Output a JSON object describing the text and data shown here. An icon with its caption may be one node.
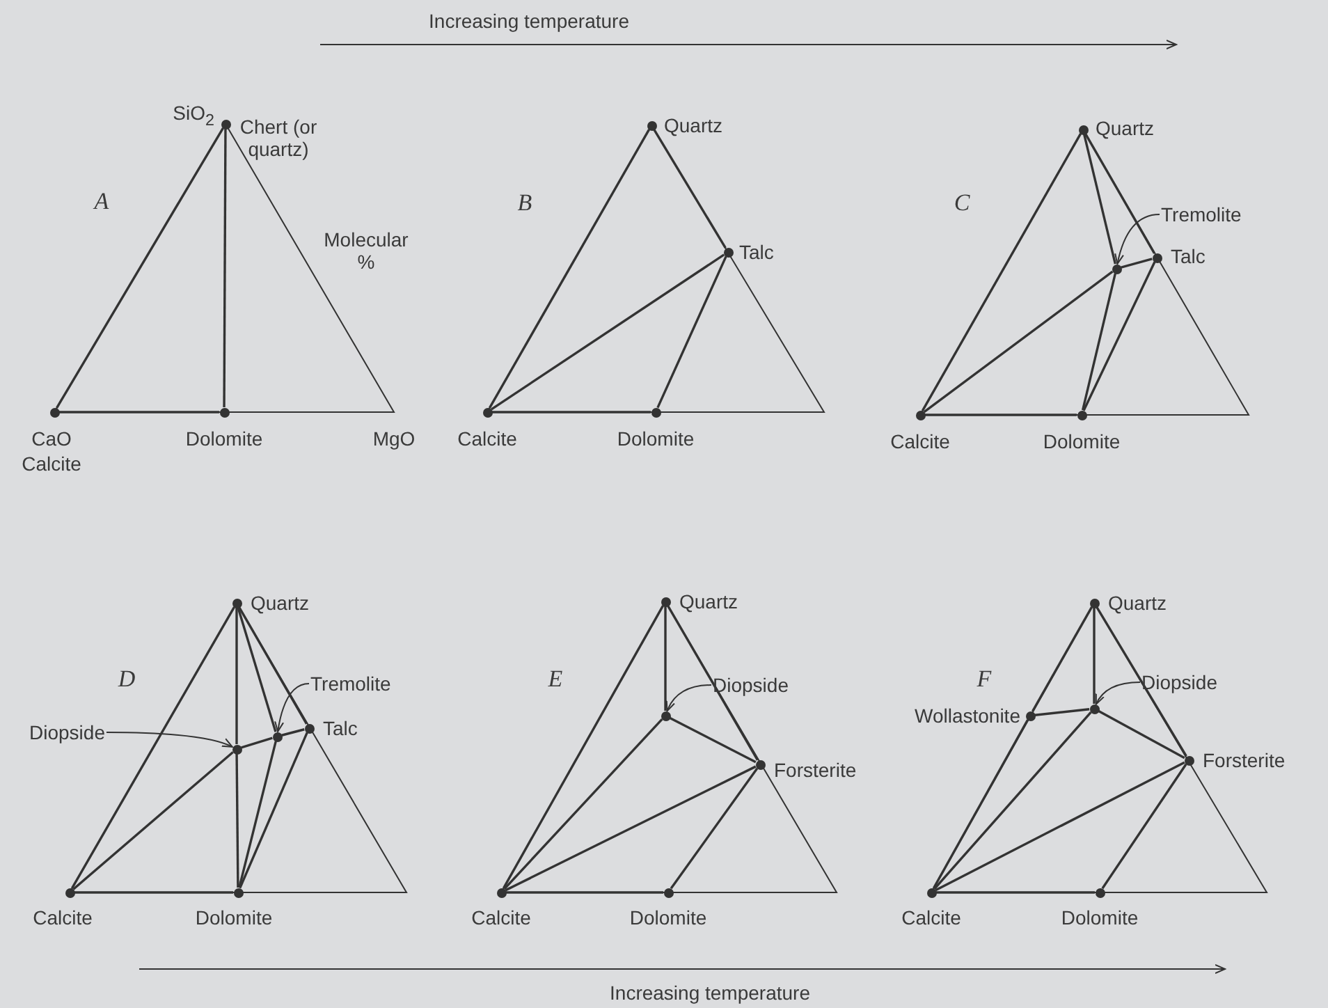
{
  "diagram": {
    "nodes": [
      {
        "text": [],
        "shape": "circle",
        "beside": [
          "SiO$_{2}$",
          "Chert (or quartz)"
        ]
      },
      {
        "text": [],
        "shape": "circle",
        "beside": [
          "CaO",
          "Calcite"
        ]
      },
      {
        "text": [],
        "shape": "circle",
        "beside": [
          "Dolomite"
        ]
      },
      {
        "text": [],
        "shape": "circle",
        "beside": [
          "Quartz"
        ]
      },
      {
        "text": [],
        "shape": "circle",
        "beside": [
          "Talc"
        ]
      },
      {
        "text": [],
        "shape": "circle",
        "beside": [
          "Calcite"
        ]
      },
      {
        "text": [],
        "shape": "circle",
        "beside": [
          "Dolomite"
        ]
      },
      {
        "text": [],
        "shape": "circle",
        "beside": [
          "Quartz"
        ]
      },
      {
        "text": [
          "Tremolite"
        ]
      },
      {
        "text": [],
        "shape": "circle"
      },
      {
        "text": [],
        "shape": "circle",
        "beside": [
          "Talc"
        ]
      },
      {
        "text": [],
        "shape": "circle",
        "beside": [
          "Calcite"
        ]
      },
      {
        "text": [],
        "shape": "circle",
        "beside": [
          "Dolomite"
        ]
      },
      {
        "text": [],
        "shape": "circle",
        "beside": [
          "Quartz"
        ]
      },
      {
        "text": [
          "Diopside"
        ]
      },
      {
        "text": [
          "Tremolite"
        ]
      },
      {
        "text": [],
        "shape": "circle"
      },
      {
        "text": [],
        "shape": "circle"
      },
      {
        "text": [],
        "shape": "circle",
        "beside": [
          "Talc"
        ]
      },
      {
        "text": [],
        "shape": "circle",
        "beside": [
          "Calcite"
        ]
      },
      {
        "text": [],
        "shape": "circle",
        "beside": [
          "Dolomite"
        ]
      },
      {
        "text": [],
        "shape": "circle",
        "beside": [
          "Quartz"
        ]
      },
      {
        "text": [
          "Diopside"
        ]
      },
      {
        "text": [],
        "shape": "circle"
      },
      {
        "text": [],
        "shape": "circle",
        "beside": [
          "Forsterite"
        ]
      },
      {
        "text": [],
        "shape": "circle",
        "beside": [
          "Calcite"
        ]
      },
      {
        "text": [],
        "shape": "circle",
        "beside": [
          "Dolomite"
        ]
      },
      {
        "text": [],
        "shape": "circle",
        "beside": [
          "Quartz"
        ]
      },
      {
        "text": [
          "Diopside"
        ]
      },
      {
        "text": [],
        "shape": "circle",
        "beside": [
          "Wollastonite"
        ]
      },
      {
        "text": [],
        "shape": "circle"
      },
      {
        "text": [],
        "shape": "circle",
        "beside": [
          "Forsterite"
        ]
      },
      {
        "text": [],
        "shape": "circle",
        "beside": [
          "Calcite"
        ]
      },
      {
        "text": [],
        "shape": "circle",
        "beside": [
          "Dolomite"
        ]
      }
    ],
    "edges": [
      {
        "from": 1,
        "to": 0,
        "arrow": "none"
      },
      {
        "from": 1,
        "to": 2,
        "arrow": "none"
      },
      {
        "from": 2,
        "to": 0,
        "arrow": "none"
      },
      {
        "from": 5,
        "to": 3,
        "arrow": "none"
      },
      {
        "from": 3,
        "to": 4,
        "arrow": "none"
      },
      {
        "from": 5,
        "to": 4,
        "arrow": "none"
      },
      {
        "from": 5,
        "to": 6,
        "arrow": "none"
      },
      {
        "from": 6,
        "to": 4,
        "arrow": "none"
      },
      {
        "from": 8,
        "to": 9,
        "arrow": "to"
      },
      {
        "from": 11,
        "to": 7,
        "arrow": "none"
      },
      {
        "from": 7,
        "to": 10,
        "arrow": "none"
      },
      {
        "from": 7,
        "to": 9,
        "arrow": "none"
      },
      {
        "from": 11,
        "to": 9,
        "arrow": "none"
      },
      {
        "from": 9,
        "to": 10,
        "arrow": "none"
      },
      {
        "from": 9,
        "to": 12,
        "arrow": "none"
      },
      {
        "from": 10,
        "to": 12,
        "arrow": "none"
      },
      {
        "from": 11,
        "to": 12,
        "arrow": "none"
      },
      {
        "from": 14,
        "to": 16,
        "arrow": "to"
      },
      {
        "from": 15,
        "to": 17,
        "arrow": "to"
      },
      {
        "from": 19,
        "to": 13,
        "arrow": "none"
      },
      {
        "from": 13,
        "to": 16,
        "arrow": "none"
      },
      {
        "from": 16,
        "to": 20,
        "arrow": "none"
      },
      {
        "from": 13,
        "to": 17,
        "arrow": "none"
      },
      {
        "from": 13,
        "to": 18,
        "arrow": "none"
      },
      {
        "from": 19,
        "to": 16,
        "arrow": "none"
      },
      {
        "from": 16,
        "to": 17,
        "arrow": "none"
      },
      {
        "from": 17,
        "to": 18,
        "arrow": "none"
      },
      {
        "from": 17,
        "to": 20,
        "arrow": "none"
      },
      {
        "from": 18,
        "to": 20,
        "arrow": "none"
      },
      {
        "from": 19,
        "to": 20,
        "arrow": "none"
      },
      {
        "from": 22,
        "to": 23,
        "arrow": "to"
      },
      {
        "from": 25,
        "to": 21,
        "arrow": "none"
      },
      {
        "from": 21,
        "to": 23,
        "arrow": "none"
      },
      {
        "from": 21,
        "to": 24,
        "arrow": "none"
      },
      {
        "from": 25,
        "to": 23,
        "arrow": "none"
      },
      {
        "from": 23,
        "to": 24,
        "arrow": "none"
      },
      {
        "from": 25,
        "to": 24,
        "arrow": "none"
      },
      {
        "from": 25,
        "to": 26,
        "arrow": "none"
      },
      {
        "from": 26,
        "to": 24,
        "arrow": "none"
      },
      {
        "from": 28,
        "to": 30,
        "arrow": "to"
      },
      {
        "from": 32,
        "to": 29,
        "arrow": "none"
      },
      {
        "from": 29,
        "to": 27,
        "arrow": "none"
      },
      {
        "from": 27,
        "to": 30,
        "arrow": "none"
      },
      {
        "from": 27,
        "to": 31,
        "arrow": "none"
      },
      {
        "from": 29,
        "to": 30,
        "arrow": "none"
      },
      {
        "from": 32,
        "to": 30,
        "arrow": "none"
      },
      {
        "from": 30,
        "to": 31,
        "arrow": "none"
      },
      {
        "from": 32,
        "to": 31,
        "arrow": "none"
      },
      {
        "from": 32,
        "to": 33,
        "arrow": "none"
      },
      {
        "from": 33,
        "to": 31,
        "arrow": "none"
      }
    ],
    "labels": [
      "Increasing temperature",
      "A",
      "Molecular %",
      "MgO",
      "B",
      "C",
      "D",
      "E",
      "F",
      "Increasing temperature"
    ]
  }
}
